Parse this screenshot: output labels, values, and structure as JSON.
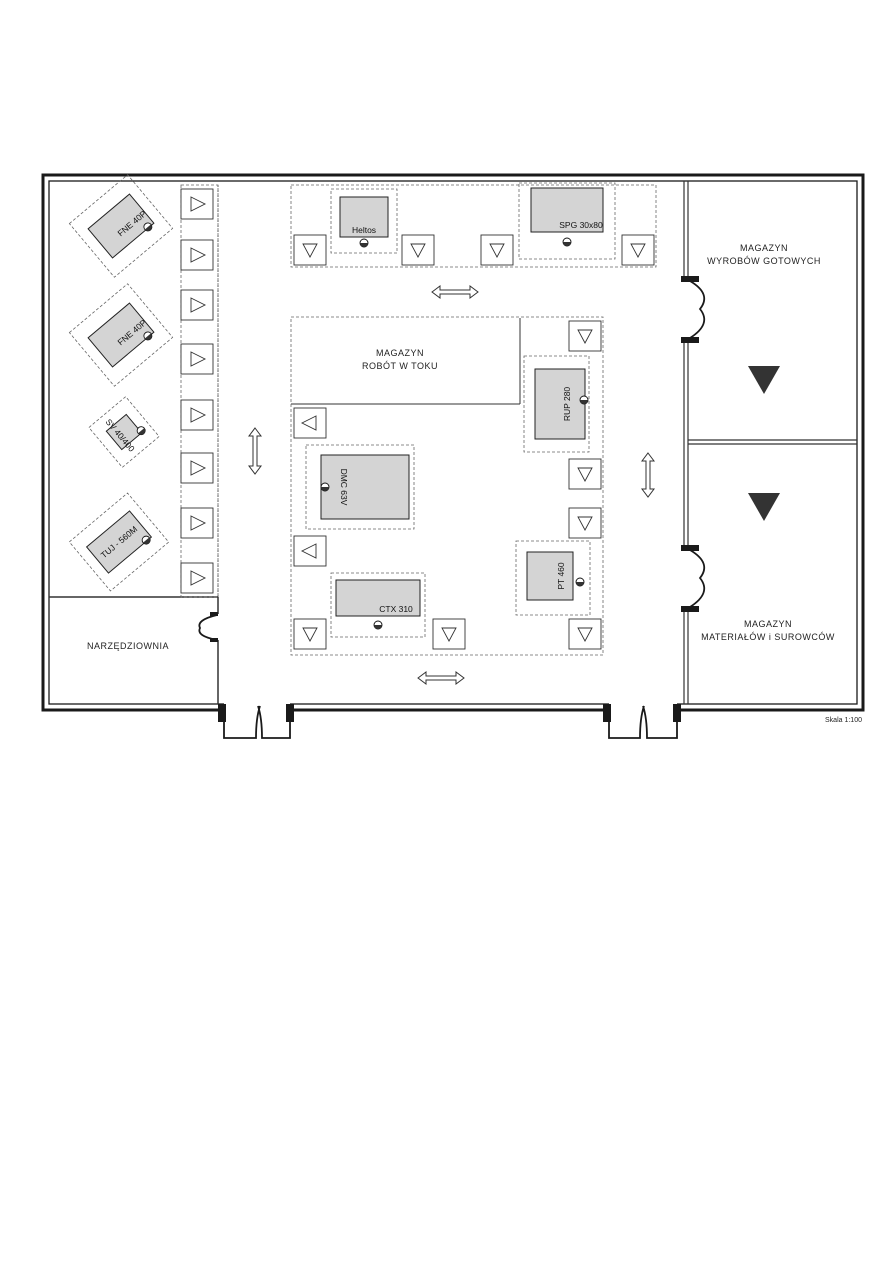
{
  "rooms": {
    "finished_goods_line1": "MAGAZYN",
    "finished_goods_line2": "WYROBÓW GOTOWYCH",
    "raw_materials_line1": "MAGAZYN",
    "raw_materials_line2": "MATERIAŁÓW i SUROWCÓW",
    "wip_line1": "MAGAZYN",
    "wip_line2": "ROBÓT W TOKU",
    "tool_room": "NARZĘDZIOWNIA"
  },
  "machines": [
    {
      "id": "fne40p-a",
      "label": "FNE 40P"
    },
    {
      "id": "fne40p-b",
      "label": "FNE 40P"
    },
    {
      "id": "sv40400",
      "label": "SV 40/400"
    },
    {
      "id": "tuj560m",
      "label": "TUJ - 560M"
    },
    {
      "id": "heltos",
      "label": "Heltos"
    },
    {
      "id": "spg30x80",
      "label": "SPG 30x80"
    },
    {
      "id": "rup280",
      "label": "RUP 280"
    },
    {
      "id": "dmc63v",
      "label": "DMC 63V"
    },
    {
      "id": "pt460",
      "label": "PT 460"
    },
    {
      "id": "ctx310",
      "label": "CTX 310"
    }
  ],
  "scale_text": "Skala 1:100",
  "colors": {
    "wall": "#1a1a1a",
    "machine_fill": "#d4d4d4",
    "marker_fill": "#333333",
    "dashed": "#666666"
  },
  "icons": [
    "operator-triangle-icon",
    "operator-circle-icon",
    "flow-arrow-icon",
    "storage-triangle-icon",
    "door-swing-icon"
  ]
}
